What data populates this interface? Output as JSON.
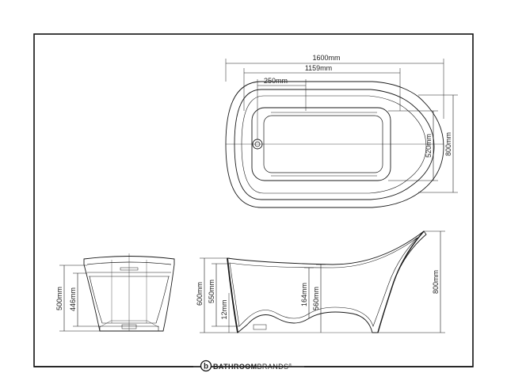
{
  "drawing": {
    "top_view": {
      "length": "1600mm",
      "inner_length": "1159mm",
      "drain_offset": "250mm",
      "inner_width": "520mm",
      "width": "800mm"
    },
    "end_view": {
      "height": "500mm",
      "inner_depth": "446mm"
    },
    "side_view": {
      "rim_height": "600mm",
      "inner_rim_height": "550mm",
      "base_thickness": "12mm",
      "inner_min_height": "164mm",
      "mid_height": "560mm",
      "back_height": "800mm"
    }
  },
  "brand": {
    "logo_letter": "b",
    "name_bold": "BATHROOM",
    "name_light": "BRANDS",
    "mark": "®"
  },
  "colors": {
    "line": "#1a1a1a",
    "frame": "#111111"
  }
}
